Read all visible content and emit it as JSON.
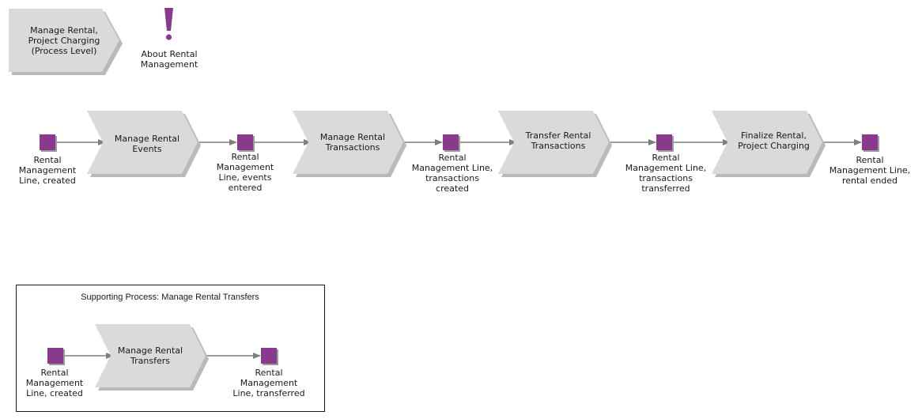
{
  "colors": {
    "chevron_fill": "#d9dadb",
    "chevron_shadow": "#b8b9bb",
    "event_fill": "#8a3a8d",
    "event_shadow": "#9b9b9b",
    "arrow": "#7f7f7f",
    "exclamation": "#8a3a8d",
    "border": "#1a1a1a"
  },
  "header": {
    "process_level": "Manage Rental,\nProject Charging\n(Process Level)",
    "about": "About Rental\nManagement",
    "about_icon": "exclamation-icon"
  },
  "main_flow": {
    "events": [
      "Rental\nManagement\nLine, created",
      "Rental\nManagement\nLine, events\nentered",
      "Rental\nManagement Line,\ntransactions\ncreated",
      "Rental\nManagement Line,\ntransactions\ntransferred",
      "Rental\nManagement Line,\nrental ended"
    ],
    "functions": [
      "Manage Rental\nEvents",
      "Manage Rental\nTransactions",
      "Transfer Rental\nTransactions",
      "Finalize Rental,\nProject Charging"
    ]
  },
  "supporting": {
    "title": "Supporting Process: Manage Rental Transfers",
    "events": [
      "Rental\nManagement\nLine, created",
      "Rental\nManagement\nLine, transferred"
    ],
    "function": "Manage Rental\nTransfers"
  }
}
